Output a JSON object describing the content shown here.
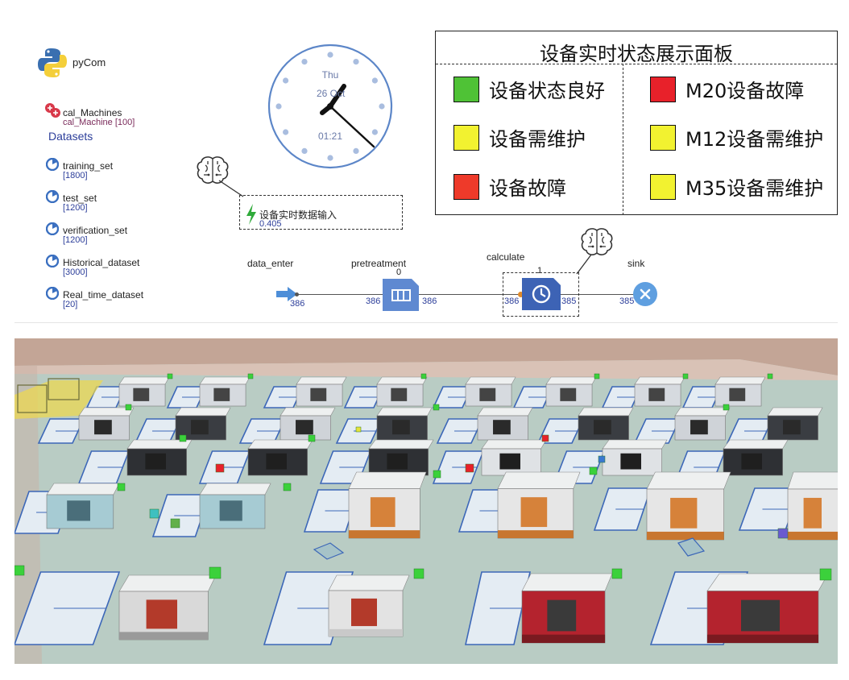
{
  "left_panel": {
    "app_name": "pyCom",
    "resource": {
      "name": "cal_Machines",
      "sub": "cal_Machine [100]"
    },
    "datasets_title": "Datasets",
    "datasets": [
      {
        "name": "training_set",
        "count": "[1800]"
      },
      {
        "name": "test_set",
        "count": "[1200]"
      },
      {
        "name": "verification_set",
        "count": "[1200]"
      },
      {
        "name": "Historical_dataset",
        "count": "[3000]"
      },
      {
        "name": "Real_time_dataset",
        "count": "[20]"
      }
    ]
  },
  "clock": {
    "day": "Thu",
    "date": "26 Oct",
    "time": "01:21"
  },
  "event": {
    "label": "设备实时数据输入",
    "value": "0.405"
  },
  "status_panel": {
    "title": "设备实时状态展示面板",
    "left_items": [
      {
        "label": "设备状态良好",
        "color": "#4fc236"
      },
      {
        "label": "设备需维护",
        "color": "#f2f230"
      },
      {
        "label": "设备故障",
        "color": "#ee3a2a"
      }
    ],
    "right_items": [
      {
        "label": "M20设备故障",
        "color": "#e8212a"
      },
      {
        "label": "M12设备需维护",
        "color": "#f2f230"
      },
      {
        "label": "M35设备需维护",
        "color": "#f2f230"
      }
    ]
  },
  "flow": {
    "data_enter": {
      "label": "data_enter",
      "out": "386"
    },
    "pretreatment": {
      "label": "pretreatment",
      "queue": "0",
      "in": "386",
      "out": "386"
    },
    "calculate": {
      "label": "calculate",
      "queue": "1",
      "in": "386",
      "out": "385"
    },
    "sink": {
      "label": "sink",
      "in": "385"
    }
  },
  "colors": {
    "accent_blue": "#2c3e9a",
    "floor": "#b9ccc4",
    "wall": "#c3a596",
    "block_blue": "#5f89d1"
  }
}
